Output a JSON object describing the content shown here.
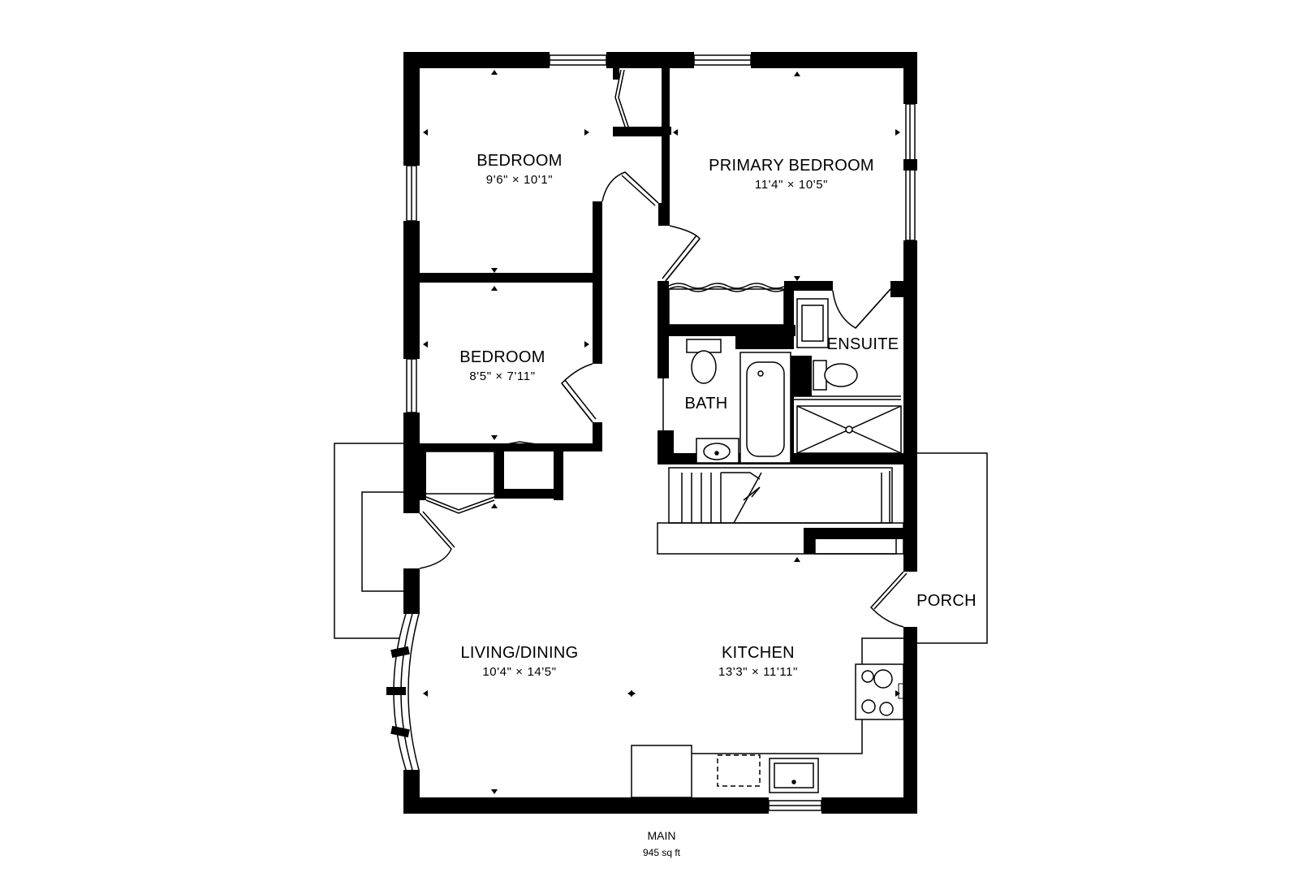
{
  "rooms": {
    "bedroom_1": {
      "name": "BEDROOM",
      "dims": "9'6\" × 10'1\""
    },
    "primary_bedroom": {
      "name": "PRIMARY BEDROOM",
      "dims": "11'4\" × 10'5\""
    },
    "bedroom_2": {
      "name": "BEDROOM",
      "dims": "8'5\" × 7'11\""
    },
    "ensuite": {
      "name": "ENSUITE"
    },
    "bath": {
      "name": "BATH"
    },
    "porch": {
      "name": "PORCH"
    },
    "living_dining": {
      "name": "LIVING/DINING",
      "dims": "10'4\" × 14'5\""
    },
    "kitchen": {
      "name": "KITCHEN",
      "dims": "13'3\" × 11'11\""
    }
  },
  "floor": {
    "name": "MAIN",
    "area": "945 sq ft"
  },
  "colors": {
    "wall": "#000000",
    "background": "#ffffff",
    "line": "#000000"
  }
}
